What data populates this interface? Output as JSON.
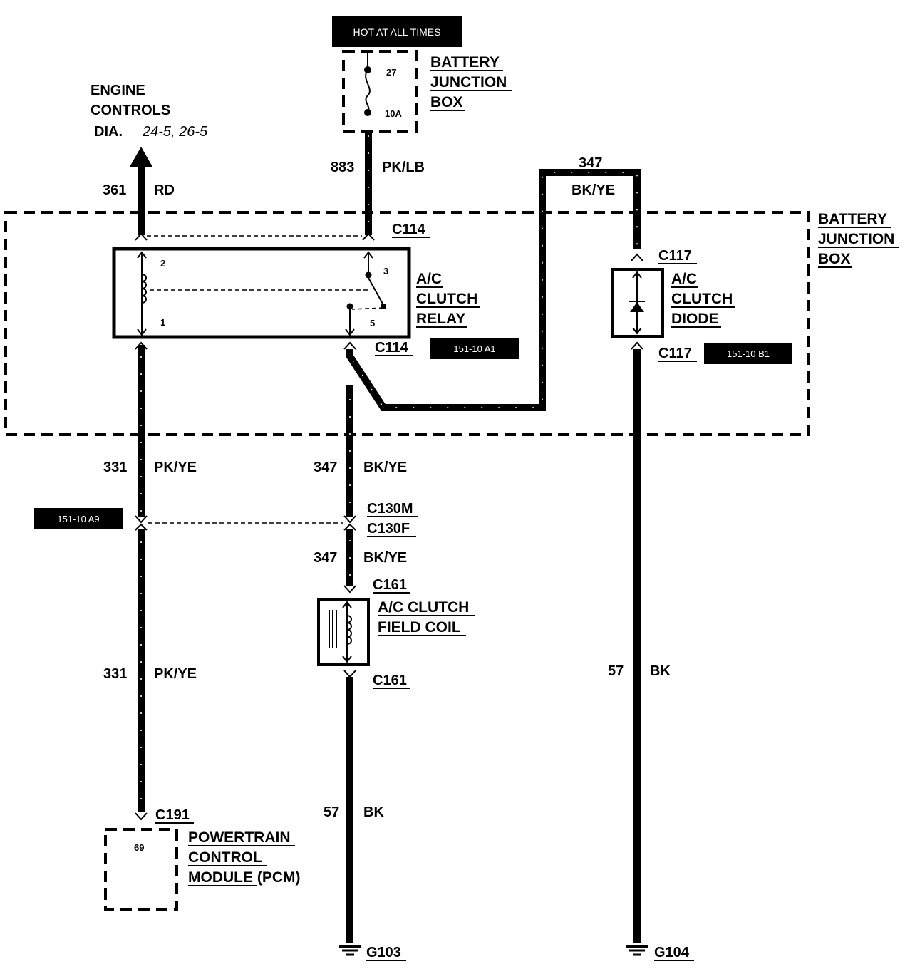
{
  "hot_tag": "HOT AT ALL TIMES",
  "battery_junction_box_top": {
    "line1": "BATTERY",
    "line2": "JUNCTION",
    "line3": "BOX"
  },
  "fuse": {
    "number": "27",
    "rating": "10A"
  },
  "battery_junction_box_side": {
    "line1": "BATTERY",
    "line2": "JUNCTION",
    "line3": "BOX"
  },
  "engine_controls": {
    "line1": "ENGINE",
    "line2": "CONTROLS",
    "dia_label": "DIA.",
    "dia_refs": "24-5, 26-5"
  },
  "circuits": {
    "c361": {
      "number": "361",
      "color": "RD"
    },
    "c883": {
      "number": "883",
      "color": "PK/LB"
    },
    "c347_top": {
      "number": "347",
      "color": "BK/YE"
    },
    "c331_upper": {
      "number": "331",
      "color": "PK/YE"
    },
    "c347_mid": {
      "number": "347",
      "color": "BK/YE"
    },
    "c347_lower": {
      "number": "347",
      "color": "BK/YE"
    },
    "c331_lower": {
      "number": "331",
      "color": "PK/YE"
    },
    "c57_mid": {
      "number": "57",
      "color": "BK"
    },
    "c57_right": {
      "number": "57",
      "color": "BK"
    }
  },
  "connectors": {
    "c114_top": "C114",
    "c114_bottom": "C114",
    "c117_top": "C117",
    "c117_bottom": "C117",
    "c130m": "C130M",
    "c130f": "C130F",
    "c161_top": "C161",
    "c161_bottom": "C161",
    "c191": "C191"
  },
  "relay": {
    "line1": "A/C",
    "line2": "CLUTCH",
    "line3": "RELAY",
    "pins": [
      "2",
      "1",
      "3",
      "5"
    ]
  },
  "diode": {
    "line1": "A/C",
    "line2": "CLUTCH",
    "line3": "DIODE"
  },
  "field_coil": {
    "line1": "A/C CLUTCH",
    "line2": "FIELD COIL"
  },
  "pcm": {
    "line1": "POWERTRAIN",
    "line2": "CONTROL",
    "line3": "MODULE",
    "suffix": " (PCM)",
    "pin": "69"
  },
  "ref_tags": {
    "relay": "151-10 A1",
    "diode": "151-10 B1",
    "left": "151-10 A9"
  },
  "grounds": {
    "g103": "G103",
    "g104": "G104"
  }
}
